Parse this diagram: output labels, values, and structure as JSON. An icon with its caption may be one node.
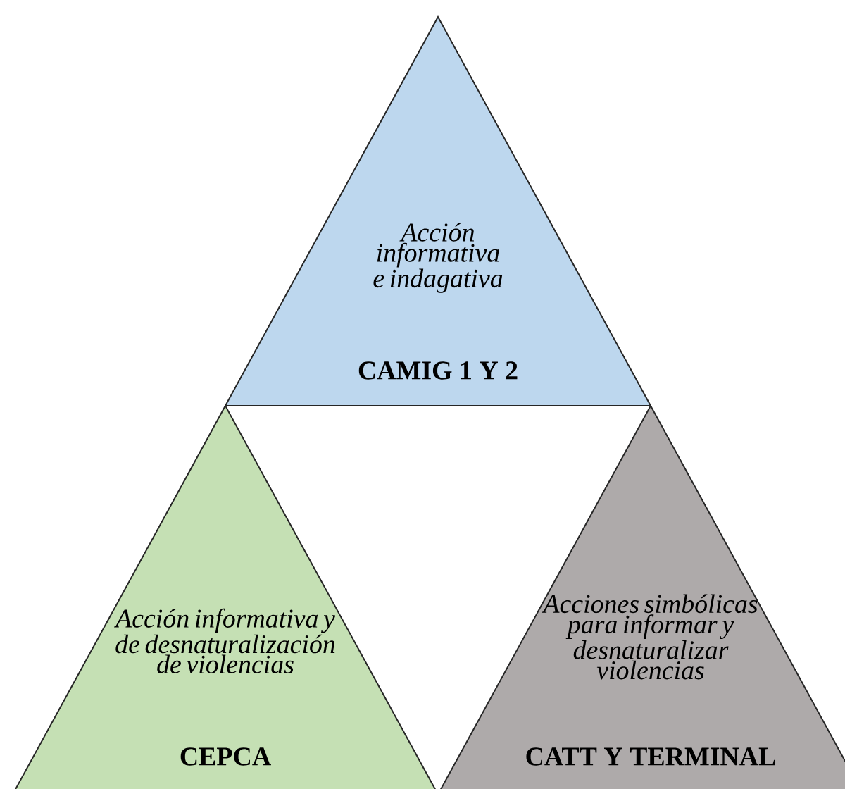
{
  "diagram": {
    "nodes": [
      {
        "text": [
          "Acción informativa e indagativa",
          "CAMIG 1 Y 2"
        ]
      },
      {
        "text": [
          "Acción informativa y de desnaturalización de violencias",
          "CEPCA"
        ]
      },
      {
        "text": [
          "Acciones simbólicas para informar y desnaturalizar violencias",
          "CATT Y TERMINAL"
        ]
      }
    ]
  }
}
